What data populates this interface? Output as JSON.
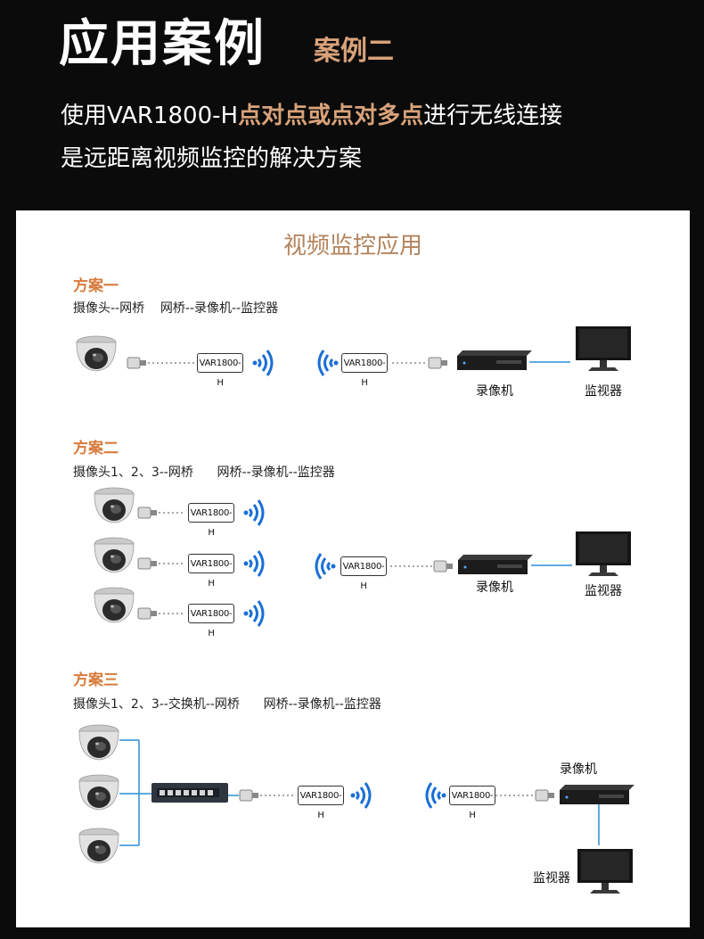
{
  "header": {
    "title": "应用案例",
    "subtitle": "案例二",
    "line1_prefix": "使用VAR1800-H",
    "line1_highlight": "点对点或点对多点",
    "line1_suffix": "进行无线连接",
    "line2": "是远距离视频监控的解决方案"
  },
  "panel": {
    "title": "视频监控应用",
    "bridge_label": "VAR1800-H",
    "recorder_label": "录像机",
    "monitor_label": "监视器",
    "plans": [
      {
        "title": "方案一",
        "desc": "摄像头--网桥    网桥--录像机--监控器"
      },
      {
        "title": "方案二",
        "desc": "摄像头1、2、3--网桥      网桥--录像机--监控器"
      },
      {
        "title": "方案三",
        "desc": "摄像头1、2、3--交换机--网桥      网桥--录像机--监控器"
      }
    ]
  },
  "colors": {
    "accent": "#d9a27a",
    "plan_title": "#d77b3d",
    "wifi": "#1a6fd6",
    "link": "#2a8fd6"
  },
  "icons": [
    "dome-camera-icon",
    "rj45-connector-icon",
    "wifi-signal-icon",
    "network-switch-icon",
    "nvr-recorder-icon",
    "monitor-icon"
  ]
}
